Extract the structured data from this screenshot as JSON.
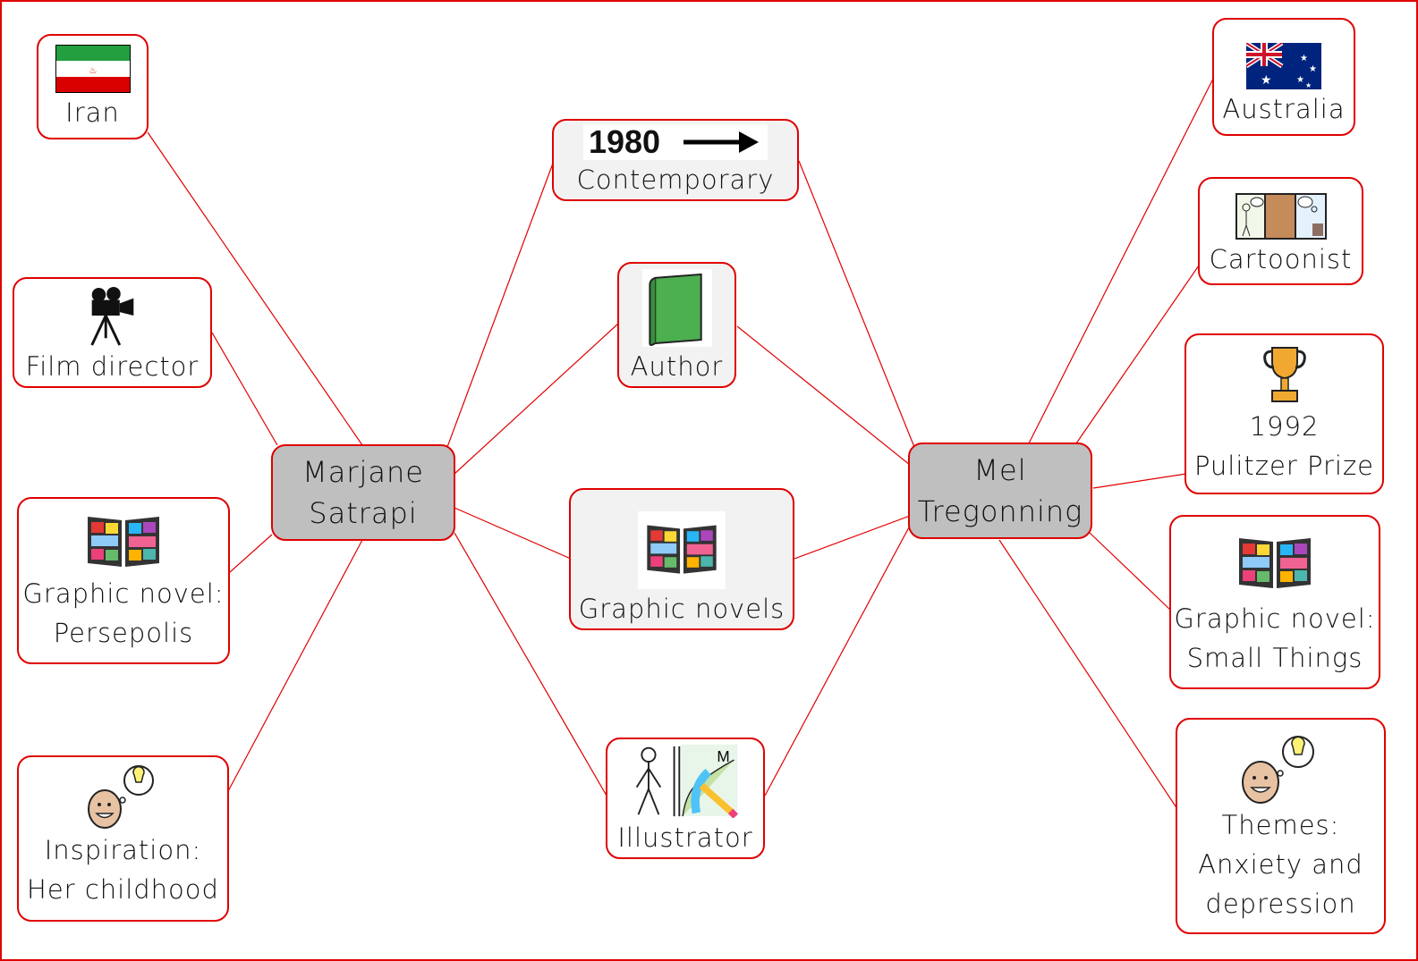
{
  "hubs": {
    "left": {
      "line1": "Marjane",
      "line2": "Satrapi"
    },
    "right": {
      "line1": "Mel",
      "line2": "Tregonning"
    }
  },
  "shared": {
    "contemporary": {
      "year": "1980",
      "label": "Contemporary"
    },
    "author": {
      "label": "Author"
    },
    "graphic_novels": {
      "label": "Graphic novels"
    },
    "illustrator": {
      "label": "Illustrator"
    }
  },
  "left_nodes": {
    "iran": {
      "label": "Iran"
    },
    "film": {
      "label": "Film director"
    },
    "persepolis": {
      "line1": "Graphic novel:",
      "line2": "Persepolis"
    },
    "inspiration": {
      "line1": "Inspiration:",
      "line2": "Her childhood"
    }
  },
  "right_nodes": {
    "australia": {
      "label": "Australia"
    },
    "cartoonist": {
      "label": "Cartoonist"
    },
    "pulitzer": {
      "year": "1992",
      "label": "Pulitzer Prize"
    },
    "smallthings": {
      "line1": "Graphic novel:",
      "line2": "Small Things"
    },
    "themes": {
      "line1": "Themes:",
      "line2": "Anxiety and",
      "line3": "depression"
    }
  },
  "icons": [
    "flag-iran-icon",
    "movie-camera-icon",
    "comic-book-icon",
    "thinking-head-icon",
    "arrow-right-icon",
    "green-book-icon",
    "illustrator-icon",
    "flag-australia-icon",
    "cartoon-strip-icon",
    "trophy-icon"
  ],
  "colors": {
    "border": "#e00000",
    "hub_fill": "#bfbfbf",
    "grey_fill": "#f2f2f2"
  }
}
